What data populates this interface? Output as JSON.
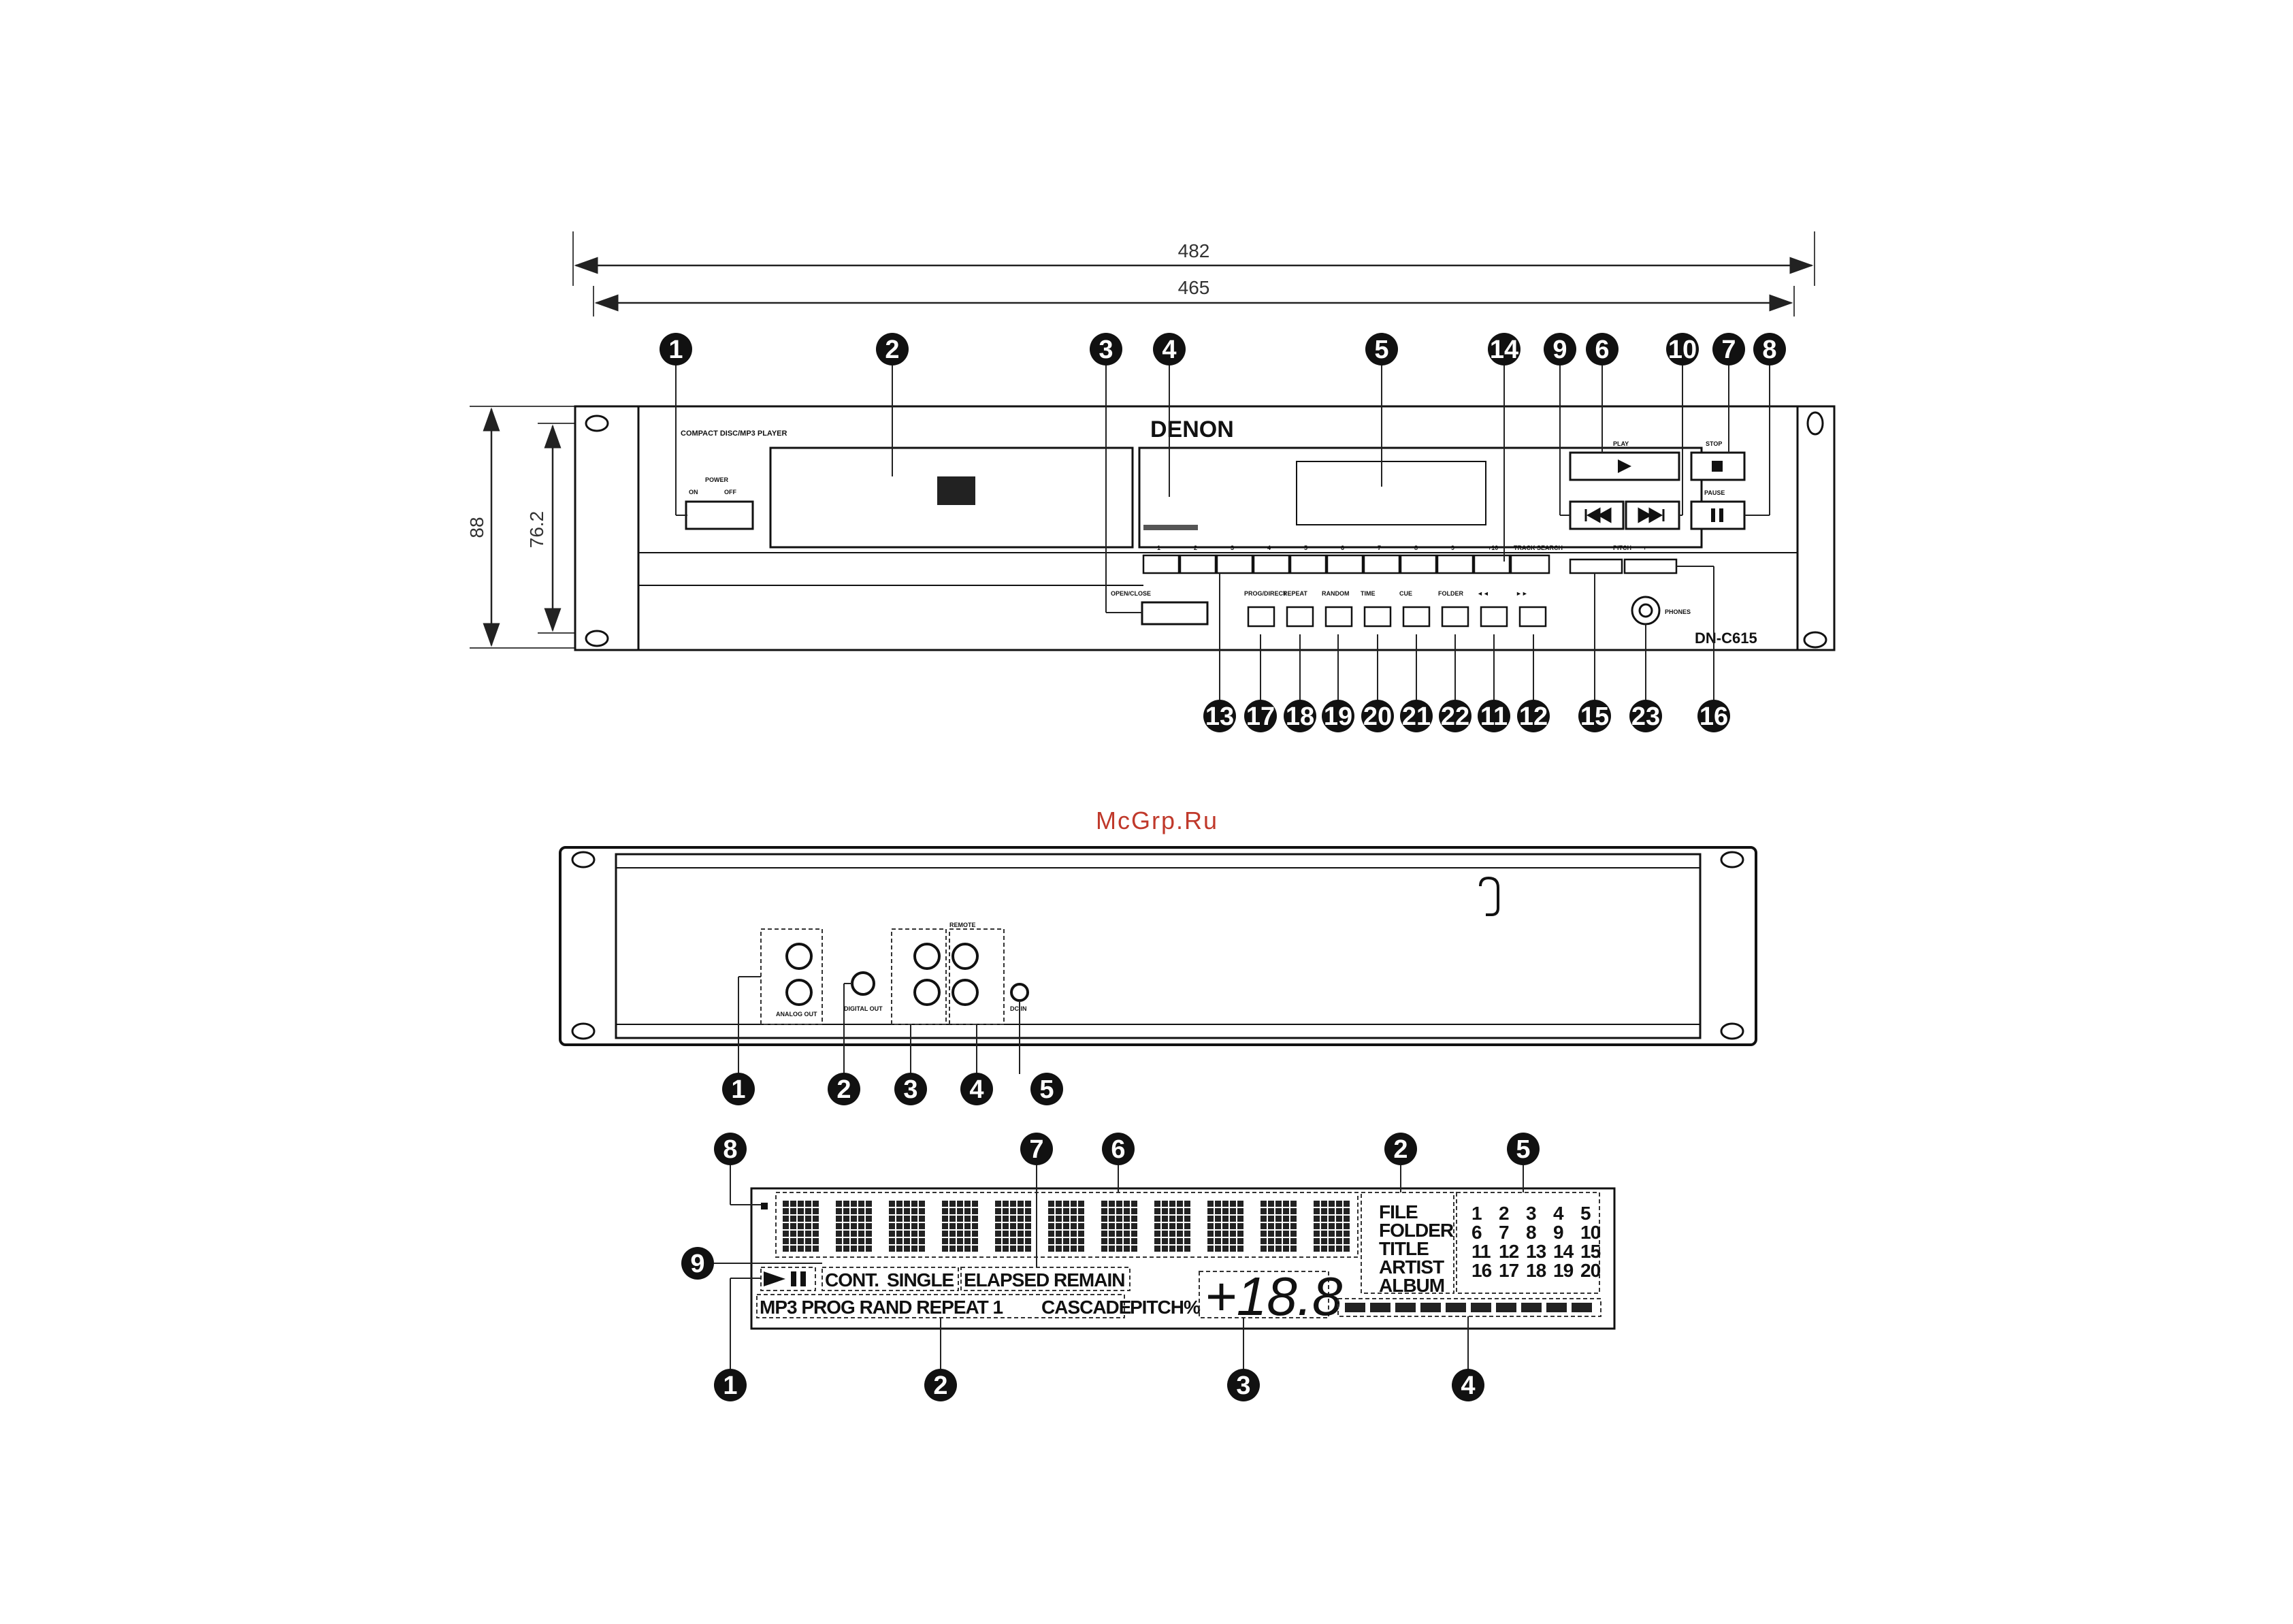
{
  "dimensions": {
    "overall_width": "482",
    "inner_width": "465",
    "overall_height": "88",
    "inner_height": "76.2"
  },
  "front_panel": {
    "model_line": "COMPACT DISC/MP3 PLAYER",
    "brand": "DENON",
    "model": "DN-C615",
    "power_label": "POWER",
    "power_on": "ON",
    "power_off": "OFF",
    "play_label": "PLAY",
    "stop_label": "STOP",
    "pause_label": "PAUSE",
    "pitch_label": "PITCH",
    "pitch_minus": "−",
    "pitch_plus": "+",
    "phones_label": "PHONES",
    "open_close_label": "OPEN/CLOSE",
    "track_search_label": "TRACK SEARCH",
    "num_keys": [
      "1",
      "2",
      "3",
      "4",
      "5",
      "6",
      "7",
      "8",
      "9",
      "+10"
    ],
    "function_keys": [
      "PROG/DIRECT",
      "REPEAT",
      "RANDOM",
      "TIME",
      "CUE",
      "FOLDER",
      "◄◄",
      "►►"
    ],
    "callouts_top": [
      "1",
      "2",
      "3",
      "4",
      "5",
      "14",
      "9",
      "6",
      "10",
      "7",
      "8"
    ],
    "callouts_bottom": [
      "13",
      "17",
      "18",
      "19",
      "20",
      "21",
      "22",
      "11",
      "12",
      "15",
      "23",
      "16"
    ]
  },
  "watermark": "McGrp.Ru",
  "rear_panel": {
    "remote_label": "REMOTE",
    "analog_out": "ANALOG OUT",
    "digital_out": "DIGITAL OUT",
    "dc_in": "DC IN",
    "callouts": [
      "1",
      "2",
      "3",
      "4",
      "5"
    ]
  },
  "display": {
    "info_labels": [
      "FILE",
      "FOLDER",
      "TITLE",
      "ARTIST",
      "ALBUM"
    ],
    "track_grid": [
      "1",
      "2",
      "3",
      "4",
      "5",
      "6",
      "7",
      "8",
      "9",
      "10",
      "11",
      "12",
      "13",
      "14",
      "15",
      "16",
      "17",
      "18",
      "19",
      "20"
    ],
    "cont_label": "CONT.",
    "single_label": "SINGLE",
    "elapsed_label": "ELAPSED",
    "remain_label": "REMAIN",
    "mode_line": "MP3 PROG RAND REPEAT 1",
    "cascade_label": "CASCADE",
    "pitch_label": "PITCH%",
    "pitch_value": "+18.8",
    "play_pause_symbol": "►∎∎",
    "callouts_top": [
      "8",
      "7",
      "6",
      "2",
      "5"
    ],
    "callout_left": "9",
    "callouts_bottom": [
      "1",
      "2",
      "3",
      "4"
    ]
  }
}
